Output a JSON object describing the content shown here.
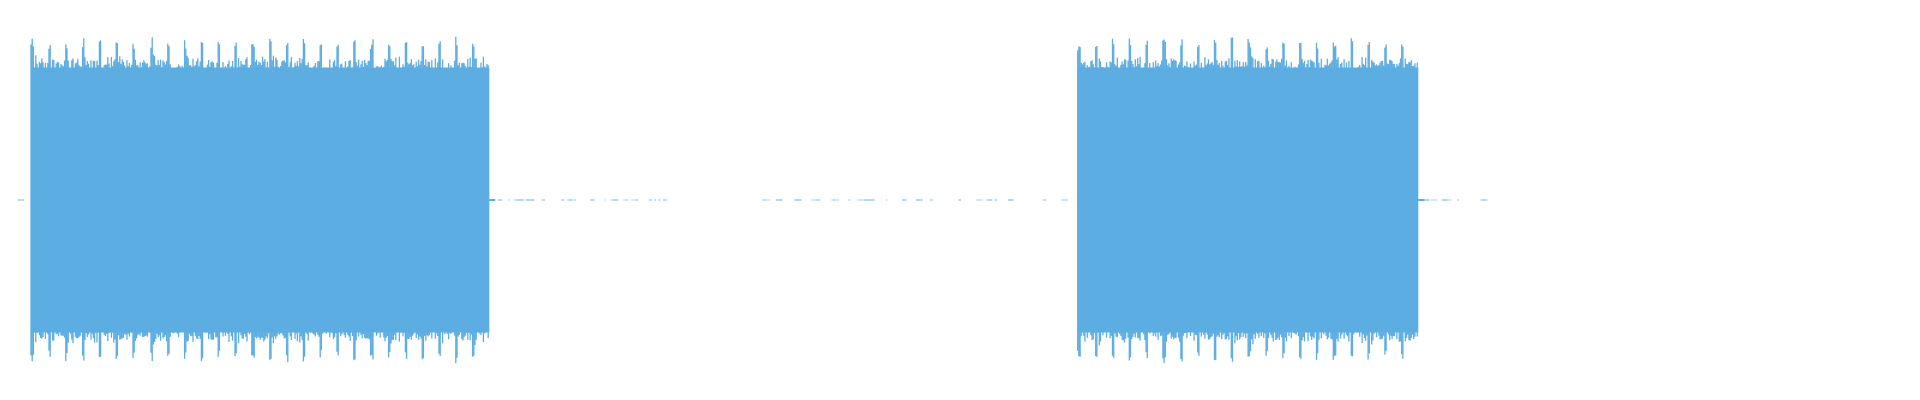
{
  "waveform": {
    "color": "#5dade2",
    "background": "#ffffff",
    "segments": [
      {
        "kind": "noise",
        "start_s": 0.0,
        "end_s": 0.5
      },
      {
        "kind": "burst",
        "start_s": 0.5,
        "end_s": 7.9
      },
      {
        "kind": "noise",
        "start_s": 7.9,
        "end_s": 10.8
      },
      {
        "kind": "silence",
        "start_s": 10.8,
        "end_s": 12.3
      },
      {
        "kind": "noise",
        "start_s": 12.3,
        "end_s": 17.4
      },
      {
        "kind": "burst",
        "start_s": 17.4,
        "end_s": 22.9
      },
      {
        "kind": "noise",
        "start_s": 22.9,
        "end_s": 24.2
      },
      {
        "kind": "silence",
        "start_s": 24.2,
        "end_s": 31.0
      }
    ],
    "total_s": 31.0,
    "burst_peak_amplitude": 0.82,
    "burst_body_amplitude": 0.72,
    "burst_pulse_count": [
      27,
      20
    ]
  }
}
